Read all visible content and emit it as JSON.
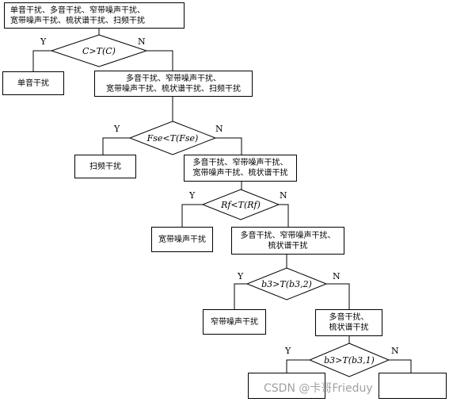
{
  "boxes": {
    "start": {
      "line1": "单音干扰、多音干扰、窄带噪声干扰、",
      "line2": "宽带噪声干扰、梳状谱干扰、扫频干扰"
    },
    "single_tone": "单音干扰",
    "after_c": {
      "line1": "多音干扰、窄带噪声干扰、",
      "line2": "宽带噪声干扰、梳状谱干扰、扫频干扰"
    },
    "sweep": "扫频干扰",
    "after_fse": {
      "line1": "多音干扰、窄带噪声干扰、",
      "line2": "宽带噪声干扰、梳状谱干扰"
    },
    "wideband": "宽带噪声干扰",
    "after_rf": {
      "line1": "多音干扰、窄带噪声干扰、",
      "line2": "梳状谱干扰"
    },
    "narrowband": "窄带噪声干扰",
    "after_b3": {
      "line1": "多音干扰、",
      "line2": "梳状谱干扰"
    }
  },
  "decisions": {
    "d1": "C>T(C)",
    "d2": "Fse<T(Fse)",
    "d3": "Rf<T(Rf)",
    "d4": "b3>T(b3,2)",
    "d5": "b3>T(b3,1)"
  },
  "labels": {
    "yes": "Y",
    "no": "N"
  },
  "watermark": "CSDN @卡哥Frieduy"
}
